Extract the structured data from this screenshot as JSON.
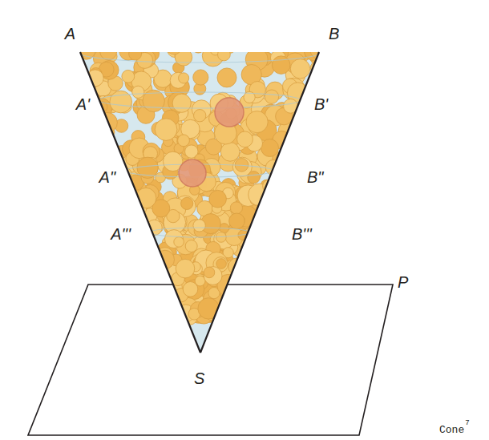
{
  "diagram": {
    "labels": [
      "A",
      "B",
      "A'",
      "B'",
      "A\"",
      "B\"",
      "A'''",
      "B'''",
      "S",
      "P",
      "Cone",
      "7"
    ]
  }
}
